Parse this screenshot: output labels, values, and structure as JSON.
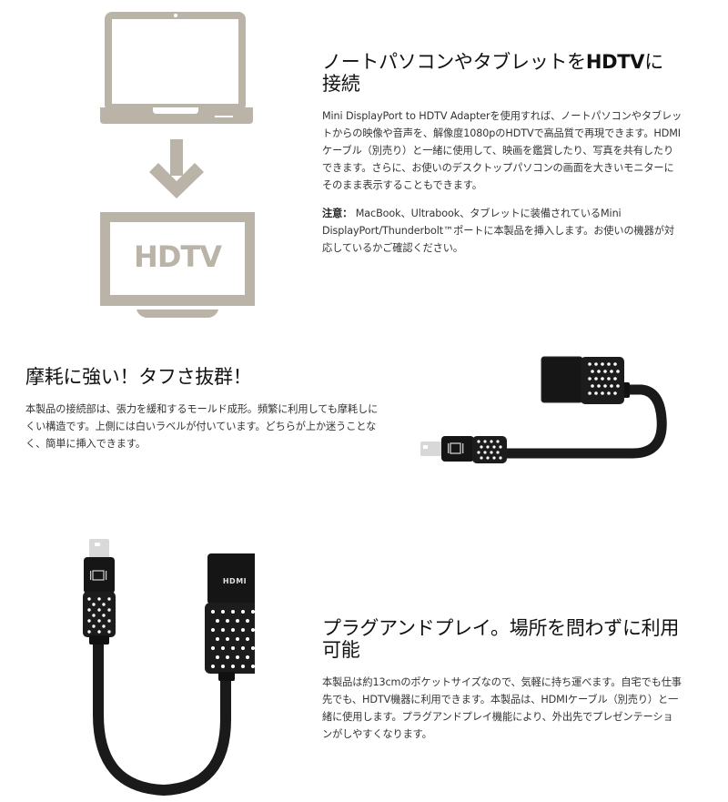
{
  "colors": {
    "illustration": "#bab4a8",
    "product": "#1a1a1a",
    "text": "#333333",
    "heading": "#111111"
  },
  "section1": {
    "illustration": {
      "laptop_icon": "laptop-icon",
      "arrow_icon": "arrow-down-icon",
      "tv_icon": "hdtv-icon",
      "tv_label": "HDTV"
    },
    "title_pre": "ノートパソコンやタブレットを",
    "title_bold": "HDTV",
    "title_post": "に接続",
    "body": "Mini DisplayPort to HDTV Adapterを使用すれば、ノートパソコンやタブレットからの映像や音声を、解像度1080pのHDTVで高品質で再現できます。HDMIケーブル（別売り）と一緒に使用して、映画を鑑賞したり、写真を共有したりできます。さらに、お使いのデスクトップパソコンの画面を大きいモニターにそのまま表示することもできます。",
    "note_label": "注意：",
    "note_body": " MacBook、Ultrabook、タブレットに装備されているMini DisplayPort/Thunderbolt™ポートに本製品を挿入します。お使いの機器が対応しているかご確認ください。"
  },
  "section2": {
    "title": "摩耗に強い！タフさ抜群！",
    "body": "本製品の接続部は、張力を緩和するモールド成形。頻繁に利用しても摩耗しにくい構造です。上側には白いラベルが付いています。どちらが上か迷うことなく、簡単に挿入できます。",
    "image": "mini-displayport-to-hdmi-adapter-side-view"
  },
  "section3": {
    "title": "プラグアンドプレイ。場所を問わずに利用可能",
    "body": "本製品は約13cmのポケットサイズなので、気軽に持ち運べます。自宅でも仕事先でも、HDTV機器に利用できます。本製品は、HDMIケーブル（別売り）と一緒に使用します。プラグアンドプレイ機能により、外出先でプレゼンテーションがしやすくなります。",
    "image": "mini-displayport-to-hdmi-adapter-front-view",
    "hdmi_label": "HDMI"
  }
}
